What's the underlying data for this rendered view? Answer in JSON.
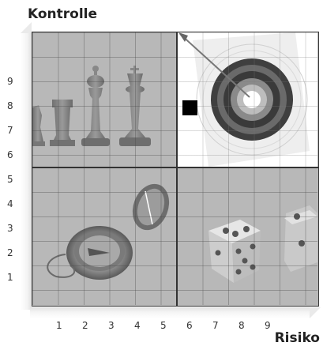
{
  "axis_y": {
    "title": "Kontrolle",
    "ticks": [
      "1",
      "2",
      "3",
      "4",
      "5",
      "6",
      "7",
      "8",
      "9"
    ]
  },
  "axis_x": {
    "title": "Risiko",
    "ticks": [
      "1",
      "2",
      "3",
      "4",
      "5",
      "6",
      "7",
      "8",
      "9"
    ]
  },
  "quadrants": {
    "top_left": {
      "illustration": "chess-pieces-icon"
    },
    "top_right": {
      "illustration": "dartboard-arrow-icon"
    },
    "bottom_left": {
      "illustration": "compass-icon"
    },
    "bottom_right": {
      "illustration": "dice-icon"
    }
  },
  "colors": {
    "quadrant_fill": "#b8b8b8",
    "highlight_fill": "#ffffff",
    "border": "#333333",
    "marker": "#000000"
  }
}
